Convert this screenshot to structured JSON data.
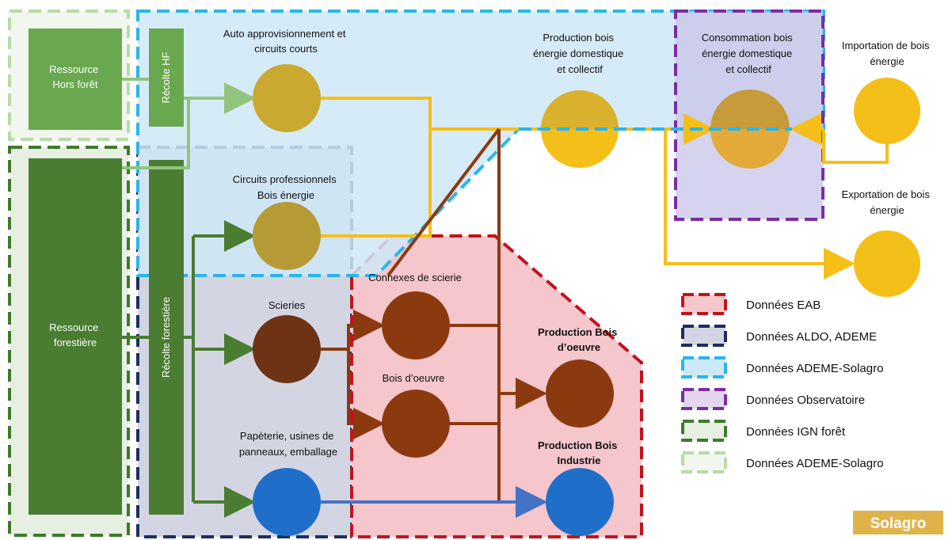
{
  "resources": {
    "hors_foret": [
      "Ressource",
      "Hors forêt"
    ],
    "forestiere": [
      "Ressource",
      "forestière"
    ]
  },
  "harvest": {
    "hf": "Récolte HF",
    "forestiere": "Récolte forestière"
  },
  "nodes": {
    "auto_appro": [
      "Auto approvisionnement et",
      "circuits courts"
    ],
    "circuits_pro": [
      "Circuits professionnels",
      "Bois énergie"
    ],
    "scieries": "Scieries",
    "papeterie": [
      "Papèterie, usines de",
      "panneaux, emballage"
    ],
    "connexes": "Connexes de scierie",
    "bois_oeuvre": "Bois d’oeuvre",
    "prod_bois_oeuvre": [
      "Production Bois",
      "d’oeuvre"
    ],
    "prod_bois_industrie": [
      "Production Bois",
      "Industrie"
    ],
    "prod_bois_energie": [
      "Production bois",
      "énergie domestique",
      "et collectif"
    ],
    "conso_bois_energie": [
      "Consommation bois",
      "énergie domestique",
      "et collectif"
    ],
    "importation": [
      "Importation de bois",
      "énergie"
    ],
    "exportation": [
      "Exportation de bois",
      "énergie"
    ]
  },
  "legend": [
    {
      "label": "Données EAB",
      "border": "#c0141c",
      "fill": "#f5c6cc"
    },
    {
      "label": "Données ALDO, ADEME",
      "border": "#1b2f5e",
      "fill": "#d3d6e2"
    },
    {
      "label": "Données ADEME-Solagro",
      "border": "#29b6e8",
      "fill": "#cfe8f7"
    },
    {
      "label": "Données Observatoire",
      "border": "#7a2ea0",
      "fill": "#e3d6ee"
    },
    {
      "label": "Données IGN forêt",
      "border": "#3f7a2a",
      "fill": "#e6efe2"
    },
    {
      "label": "Données ADEME-Solagro",
      "border": "#b7dba8",
      "fill": "#f1f7ee"
    }
  ],
  "logo": "Solagro",
  "colors": {
    "green_light": "#6aa84f",
    "green_dark": "#4a7c32",
    "gold": "#f5bf1a",
    "olive": "#c9a92f",
    "brown": "#8b3a0f",
    "blue": "#1f6fc9"
  }
}
